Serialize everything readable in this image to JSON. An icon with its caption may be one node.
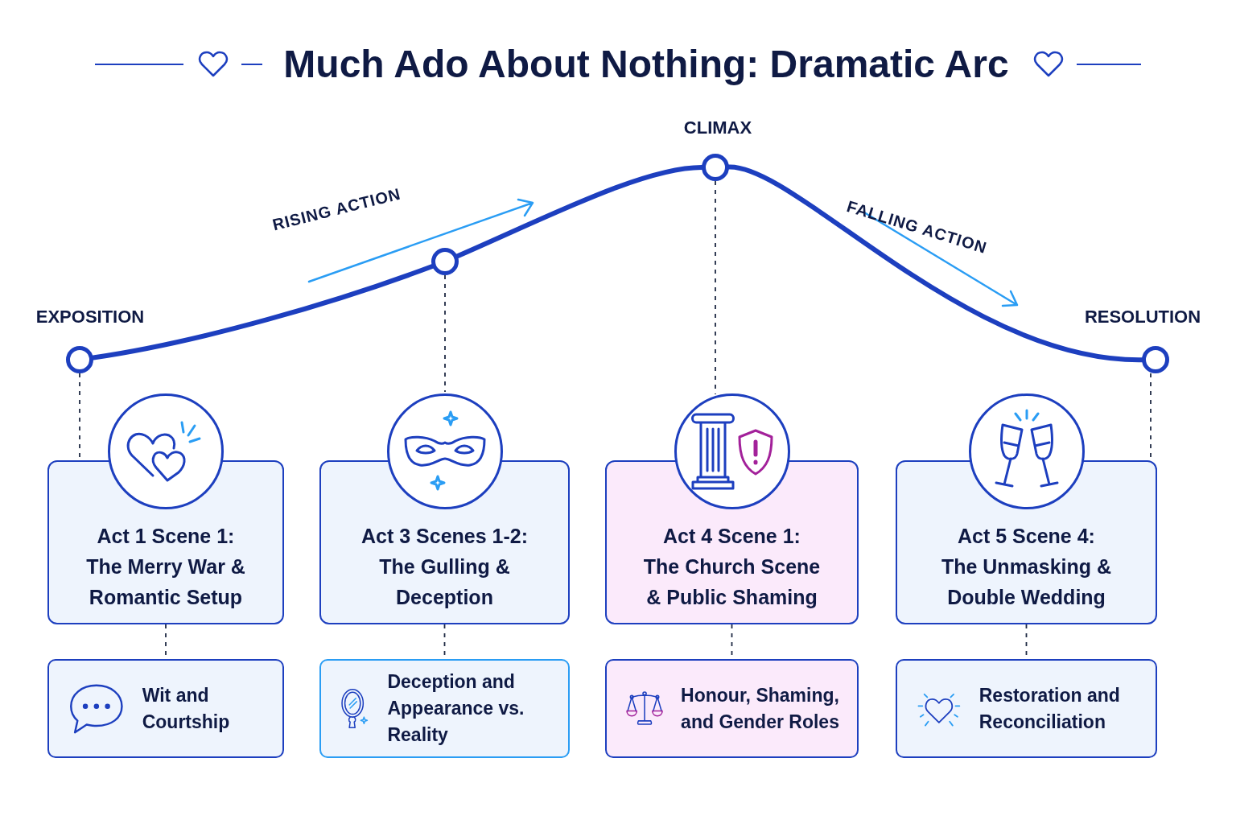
{
  "diagram": {
    "title": "Much Ado About Nothing: Dramatic Arc",
    "nodes": [
      {
        "text": [],
        "shape": "circle",
        "beside": [
          "EXPOSITION"
        ]
      },
      {
        "text": [],
        "shape": "circle"
      },
      {
        "text": [],
        "shape": "circle",
        "beside": [
          "CLIMAX"
        ]
      },
      {
        "text": [],
        "shape": "circle",
        "beside": [
          "RESOLUTION"
        ]
      },
      {
        "text": [
          "Act 1 Scene 1: The Merry War & Romantic Setup"
        ]
      },
      {
        "text": [
          "Act 3 Scenes 1-2: The Gulling & Deception"
        ]
      },
      {
        "text": [
          "Act 4 Scene 1: The Church Scene & Public Shaming"
        ]
      },
      {
        "text": [
          "Act 5 Scene 4: The Unmasking & Double Wedding"
        ]
      },
      {
        "text": [
          "Wit and Courtship"
        ]
      },
      {
        "text": [
          "Deception and Appearance vs. Reality"
        ]
      },
      {
        "text": [
          "Honour, Shaming, and Gender Roles"
        ]
      },
      {
        "text": [
          "Restoration and Reconciliation"
        ]
      }
    ],
    "edges": [
      {
        "from": 0,
        "to": 1,
        "arrow": "none",
        "style": "thick",
        "color": "#1d3fbf"
      },
      {
        "from": 1,
        "to": 2,
        "arrow": "none",
        "style": "thick",
        "color": "#1d3fbf"
      },
      {
        "from": 2,
        "to": 3,
        "arrow": "none",
        "style": "thick",
        "color": "#1d3fbf"
      },
      {
        "from": 0,
        "to": 4,
        "arrow": "none",
        "style": "dashed"
      },
      {
        "from": 1,
        "to": 5,
        "arrow": "none",
        "style": "dashed"
      },
      {
        "from": 2,
        "to": 6,
        "arrow": "none",
        "style": "dashed"
      },
      {
        "from": 3,
        "to": 7,
        "arrow": "none",
        "style": "dashed"
      },
      {
        "from": 4,
        "to": 8,
        "arrow": "none",
        "style": "dashed"
      },
      {
        "from": 5,
        "to": 9,
        "arrow": "none",
        "style": "dashed"
      },
      {
        "from": 6,
        "to": 10,
        "arrow": "none",
        "style": "dashed"
      },
      {
        "from": 7,
        "to": 11,
        "arrow": "none",
        "style": "dashed"
      }
    ],
    "labels": [
      "RISING ACTION",
      "FALLING ACTION"
    ]
  }
}
